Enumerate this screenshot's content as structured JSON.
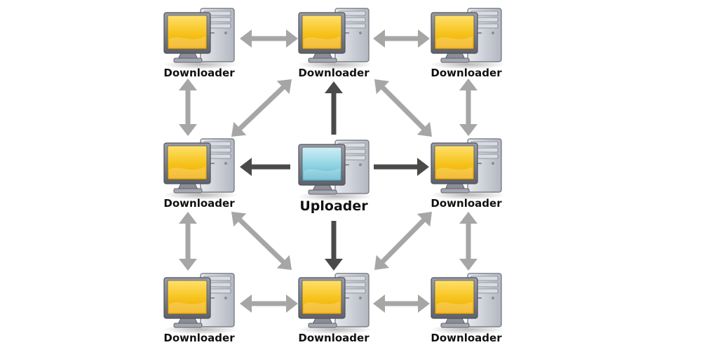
{
  "diagram": {
    "colors": {
      "background": "#ffffff",
      "primary_arrow": "#4a4a4a",
      "secondary_arrow": "#a6a6a6",
      "downloader_screen": "#f4c21a",
      "uploader_screen": "#7cc6d8",
      "case_body": "#c9ccd4",
      "monitor_frame": "#7a7d86"
    },
    "nodes": [
      {
        "id": "tl",
        "role": "downloader",
        "label": "Downloader"
      },
      {
        "id": "tc",
        "role": "downloader",
        "label": "Downloader"
      },
      {
        "id": "tr",
        "role": "downloader",
        "label": "Downloader"
      },
      {
        "id": "ml",
        "role": "downloader",
        "label": "Downloader"
      },
      {
        "id": "center",
        "role": "uploader",
        "label": "Uploader"
      },
      {
        "id": "mr",
        "role": "downloader",
        "label": "Downloader"
      },
      {
        "id": "bl",
        "role": "downloader",
        "label": "Downloader"
      },
      {
        "id": "bc",
        "role": "downloader",
        "label": "Downloader"
      },
      {
        "id": "br",
        "role": "downloader",
        "label": "Downloader"
      }
    ],
    "edges": [
      {
        "from": "center",
        "to": "tc",
        "style": "primary",
        "direction": "one-way"
      },
      {
        "from": "center",
        "to": "ml",
        "style": "primary",
        "direction": "one-way"
      },
      {
        "from": "center",
        "to": "mr",
        "style": "primary",
        "direction": "one-way"
      },
      {
        "from": "center",
        "to": "bc",
        "style": "primary",
        "direction": "one-way"
      },
      {
        "from": "tl",
        "to": "tc",
        "style": "secondary",
        "direction": "two-way"
      },
      {
        "from": "tc",
        "to": "tr",
        "style": "secondary",
        "direction": "two-way"
      },
      {
        "from": "bl",
        "to": "bc",
        "style": "secondary",
        "direction": "two-way"
      },
      {
        "from": "bc",
        "to": "br",
        "style": "secondary",
        "direction": "two-way"
      },
      {
        "from": "tl",
        "to": "ml",
        "style": "secondary",
        "direction": "two-way"
      },
      {
        "from": "ml",
        "to": "bl",
        "style": "secondary",
        "direction": "two-way"
      },
      {
        "from": "tr",
        "to": "mr",
        "style": "secondary",
        "direction": "two-way"
      },
      {
        "from": "mr",
        "to": "br",
        "style": "secondary",
        "direction": "two-way"
      },
      {
        "from": "ml",
        "to": "tc",
        "style": "secondary",
        "direction": "two-way"
      },
      {
        "from": "tc",
        "to": "mr",
        "style": "secondary",
        "direction": "two-way"
      },
      {
        "from": "ml",
        "to": "bc",
        "style": "secondary",
        "direction": "two-way"
      },
      {
        "from": "bc",
        "to": "mr",
        "style": "secondary",
        "direction": "two-way"
      }
    ]
  }
}
